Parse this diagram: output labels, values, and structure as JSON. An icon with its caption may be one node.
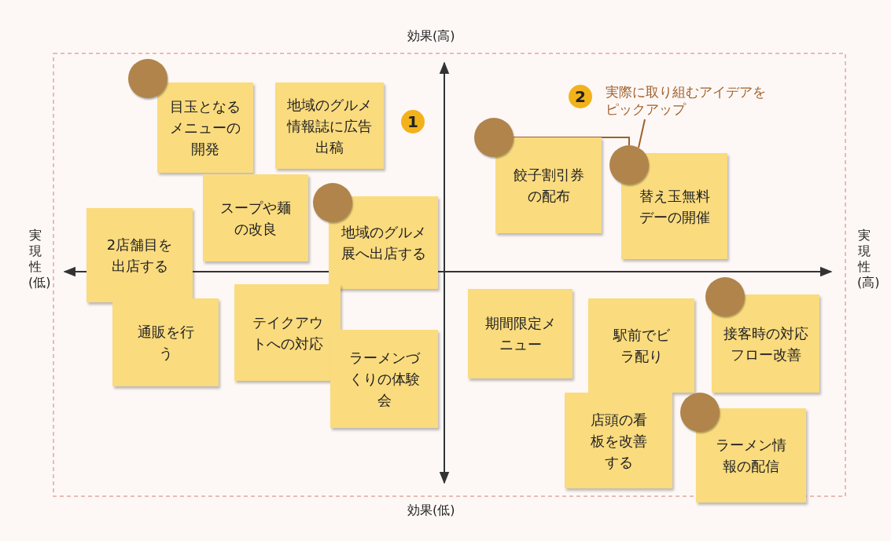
{
  "diagram": {
    "nodes": [
      {
        "text": [
          "目玉となるメニューの開発"
        ]
      },
      {
        "text": [
          "地域のグルメ情報誌に広告出稿"
        ]
      },
      {
        "text": [
          "スープや麺の改良"
        ]
      },
      {
        "text": [
          "2店舗目を出店する"
        ]
      },
      {
        "text": [
          "地域のグルメ展へ出店する"
        ]
      },
      {
        "text": [
          "テイクアウトへの対応"
        ]
      },
      {
        "text": [
          "通販を行う"
        ]
      },
      {
        "text": [
          "ラーメンづくりの体験会"
        ]
      },
      {
        "text": [
          "餃子割引券の配布"
        ]
      },
      {
        "text": [
          "替え玉無料デーの開催"
        ]
      },
      {
        "text": [
          "期間限定メニュー"
        ]
      },
      {
        "text": [
          "駅前でビラ配り"
        ]
      },
      {
        "text": [
          "接客時の対応フロー改善"
        ]
      },
      {
        "text": [
          "店頭の看板を改善する"
        ]
      },
      {
        "text": [
          "ラーメン情報の配信"
        ]
      },
      {
        "text": [],
        "shape": "circle"
      },
      {
        "text": [],
        "shape": "circle"
      },
      {
        "text": [],
        "shape": "circle"
      },
      {
        "text": [],
        "shape": "circle"
      },
      {
        "text": [],
        "shape": "circle"
      },
      {
        "text": [],
        "shape": "circle"
      },
      {
        "text": [
          "実際に取り組むアイデアをピックアップ"
        ]
      }
    ],
    "edges": [
      {
        "from": 17,
        "to": 18,
        "arrow": "none"
      },
      {
        "from": 21,
        "to": 18,
        "arrow": "none"
      }
    ],
    "labels": [
      "効果(高)",
      "1",
      "2",
      "実現性(低)",
      "実現性(高)",
      "効果(低)"
    ]
  }
}
